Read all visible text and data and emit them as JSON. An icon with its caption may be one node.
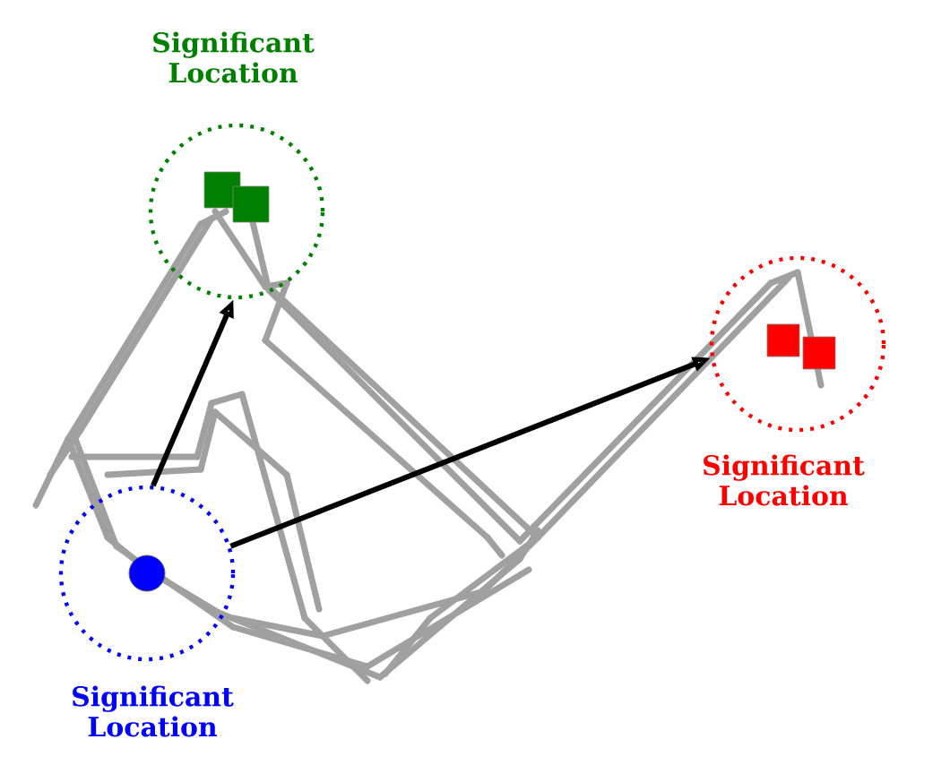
{
  "diagram": {
    "nodes": [
      {
        "text": [
          "Significant Location"
        ]
      },
      {
        "text": [
          "Significant Location"
        ]
      },
      {
        "text": [
          "Significant Location"
        ]
      }
    ],
    "edges": [
      {
        "from": 2,
        "to": 0,
        "arrow": "to"
      },
      {
        "from": 2,
        "to": 1,
        "arrow": "to"
      }
    ]
  }
}
